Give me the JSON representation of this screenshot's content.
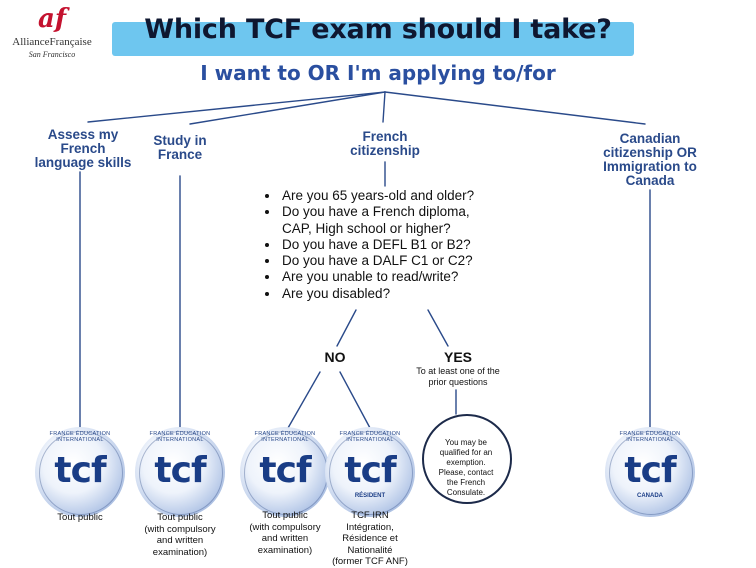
{
  "logo": {
    "mark": "af",
    "name": "AllianceFrançaise",
    "city": "San Francisco"
  },
  "header": {
    "title": "Which TCF exam should I take?",
    "subtitle": "I want to OR I'm applying to/for"
  },
  "options": {
    "assess": [
      "Assess my",
      "French",
      "language skills"
    ],
    "study": [
      "Study in",
      "France"
    ],
    "citizenship": [
      "French",
      "citizenship"
    ],
    "canada": [
      "Canadian",
      "citizenship OR",
      "Immigration to",
      "Canada"
    ]
  },
  "questions": [
    "Are you 65 years-old and older?",
    "Do you have a French diploma,",
    "CAP, High school or higher?",
    "Do you have a DEFL B1 or B2?",
    "Do you have a DALF C1 or C2?",
    "Are you unable to read/write?",
    "Are you disabled?"
  ],
  "branches": {
    "no": "NO",
    "yes": "YES",
    "yes_note": [
      "To at least one of the",
      "prior questions"
    ]
  },
  "badges": {
    "arc_text": "FRANCE ÉDUCATION INTERNATIONAL",
    "logo_text": "tcf",
    "canada_sub": "CANADA",
    "irn_sub": "RÉSIDENT"
  },
  "captions": {
    "assess": [
      "Tout public"
    ],
    "study": [
      "Tout public",
      "(with compulsory",
      "and written",
      "examination)"
    ],
    "no": [
      "Tout public",
      "(with compulsory",
      "and written",
      "examination)"
    ],
    "irn": [
      "TCF IRN",
      "Intégration,",
      "Résidence et",
      "Nationalité",
      "(former TCF ANF)"
    ]
  },
  "exemption": [
    "You may be",
    "qualified for an",
    "exemption.",
    "Please, contact",
    "the French",
    "Consulate."
  ],
  "colors": {
    "banner": "#6ec6ef",
    "heading": "#2a4fa0",
    "logo_red": "#c4122f",
    "line": "#2a4a8a"
  }
}
